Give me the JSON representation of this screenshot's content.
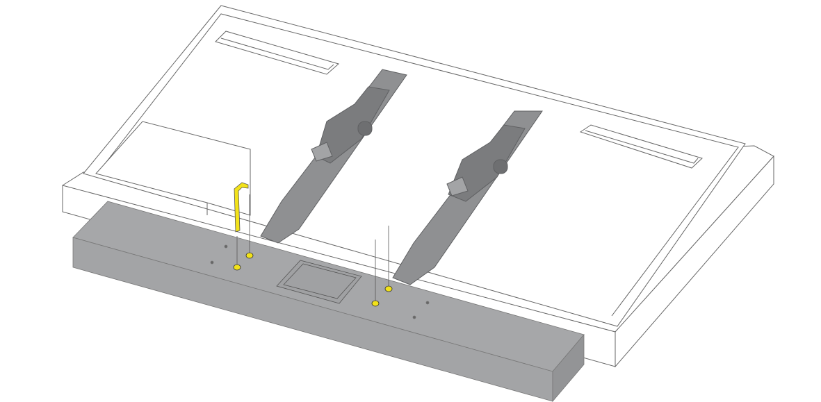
{
  "colors": {
    "outline": "#555555",
    "tv_fill": "#ffffff",
    "soundbar": "#a6a7a9",
    "soundbar_dark": "#8e8f91",
    "bracket": "#8f9092",
    "bracket_dark": "#6e6f71",
    "screw": "#f2e21a",
    "hex_key": "#f2e21a"
  },
  "parts": [
    "tv-back-panel",
    "mounting-bracket-left",
    "mounting-bracket-right",
    "soundbar",
    "screws",
    "hex-key"
  ]
}
